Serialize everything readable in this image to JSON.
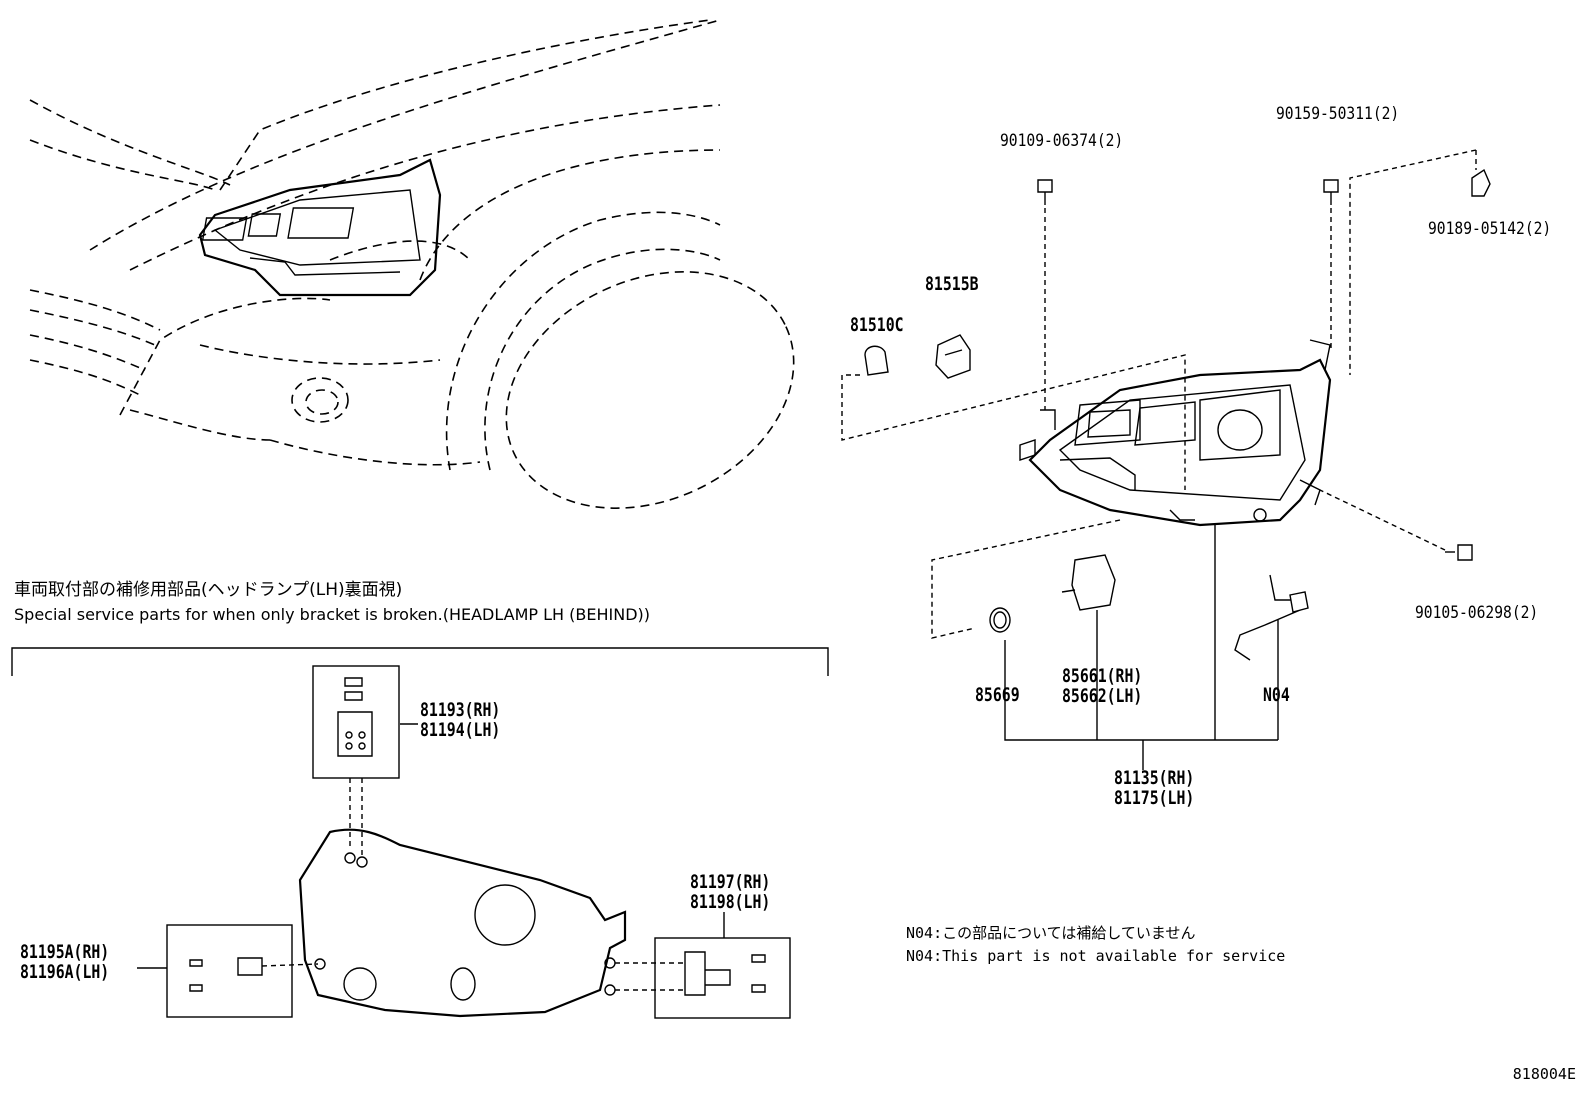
{
  "notes": {
    "bracket_jp": "車両取付部の補修用部品(ヘッドランプ(LH)裏面視)",
    "bracket_en": "Special service parts for when only bracket is broken.(HEADLAMP LH (BEHIND))",
    "n04_jp": "N04:この部品については補給していません",
    "n04_en": "N04:This part is not available for service"
  },
  "drawing_code": "818004E",
  "parts": {
    "p90109": "90109-06374(2)",
    "p90159": "90159-50311(2)",
    "p90189": "90189-05142(2)",
    "p81515b": "81515B",
    "p81510c": "81510C",
    "p90105": "90105-06298(2)",
    "p85669": "85669",
    "p85661": "85661(RH)",
    "p85662": "85662(LH)",
    "pn04": "N04",
    "p81135": "81135(RH)",
    "p81175": "81175(LH)",
    "p81193": "81193(RH)",
    "p81194": "81194(LH)",
    "p81197": "81197(RH)",
    "p81198": "81198(LH)",
    "p81195a": "81195A(RH)",
    "p81196a": "81196A(LH)"
  }
}
